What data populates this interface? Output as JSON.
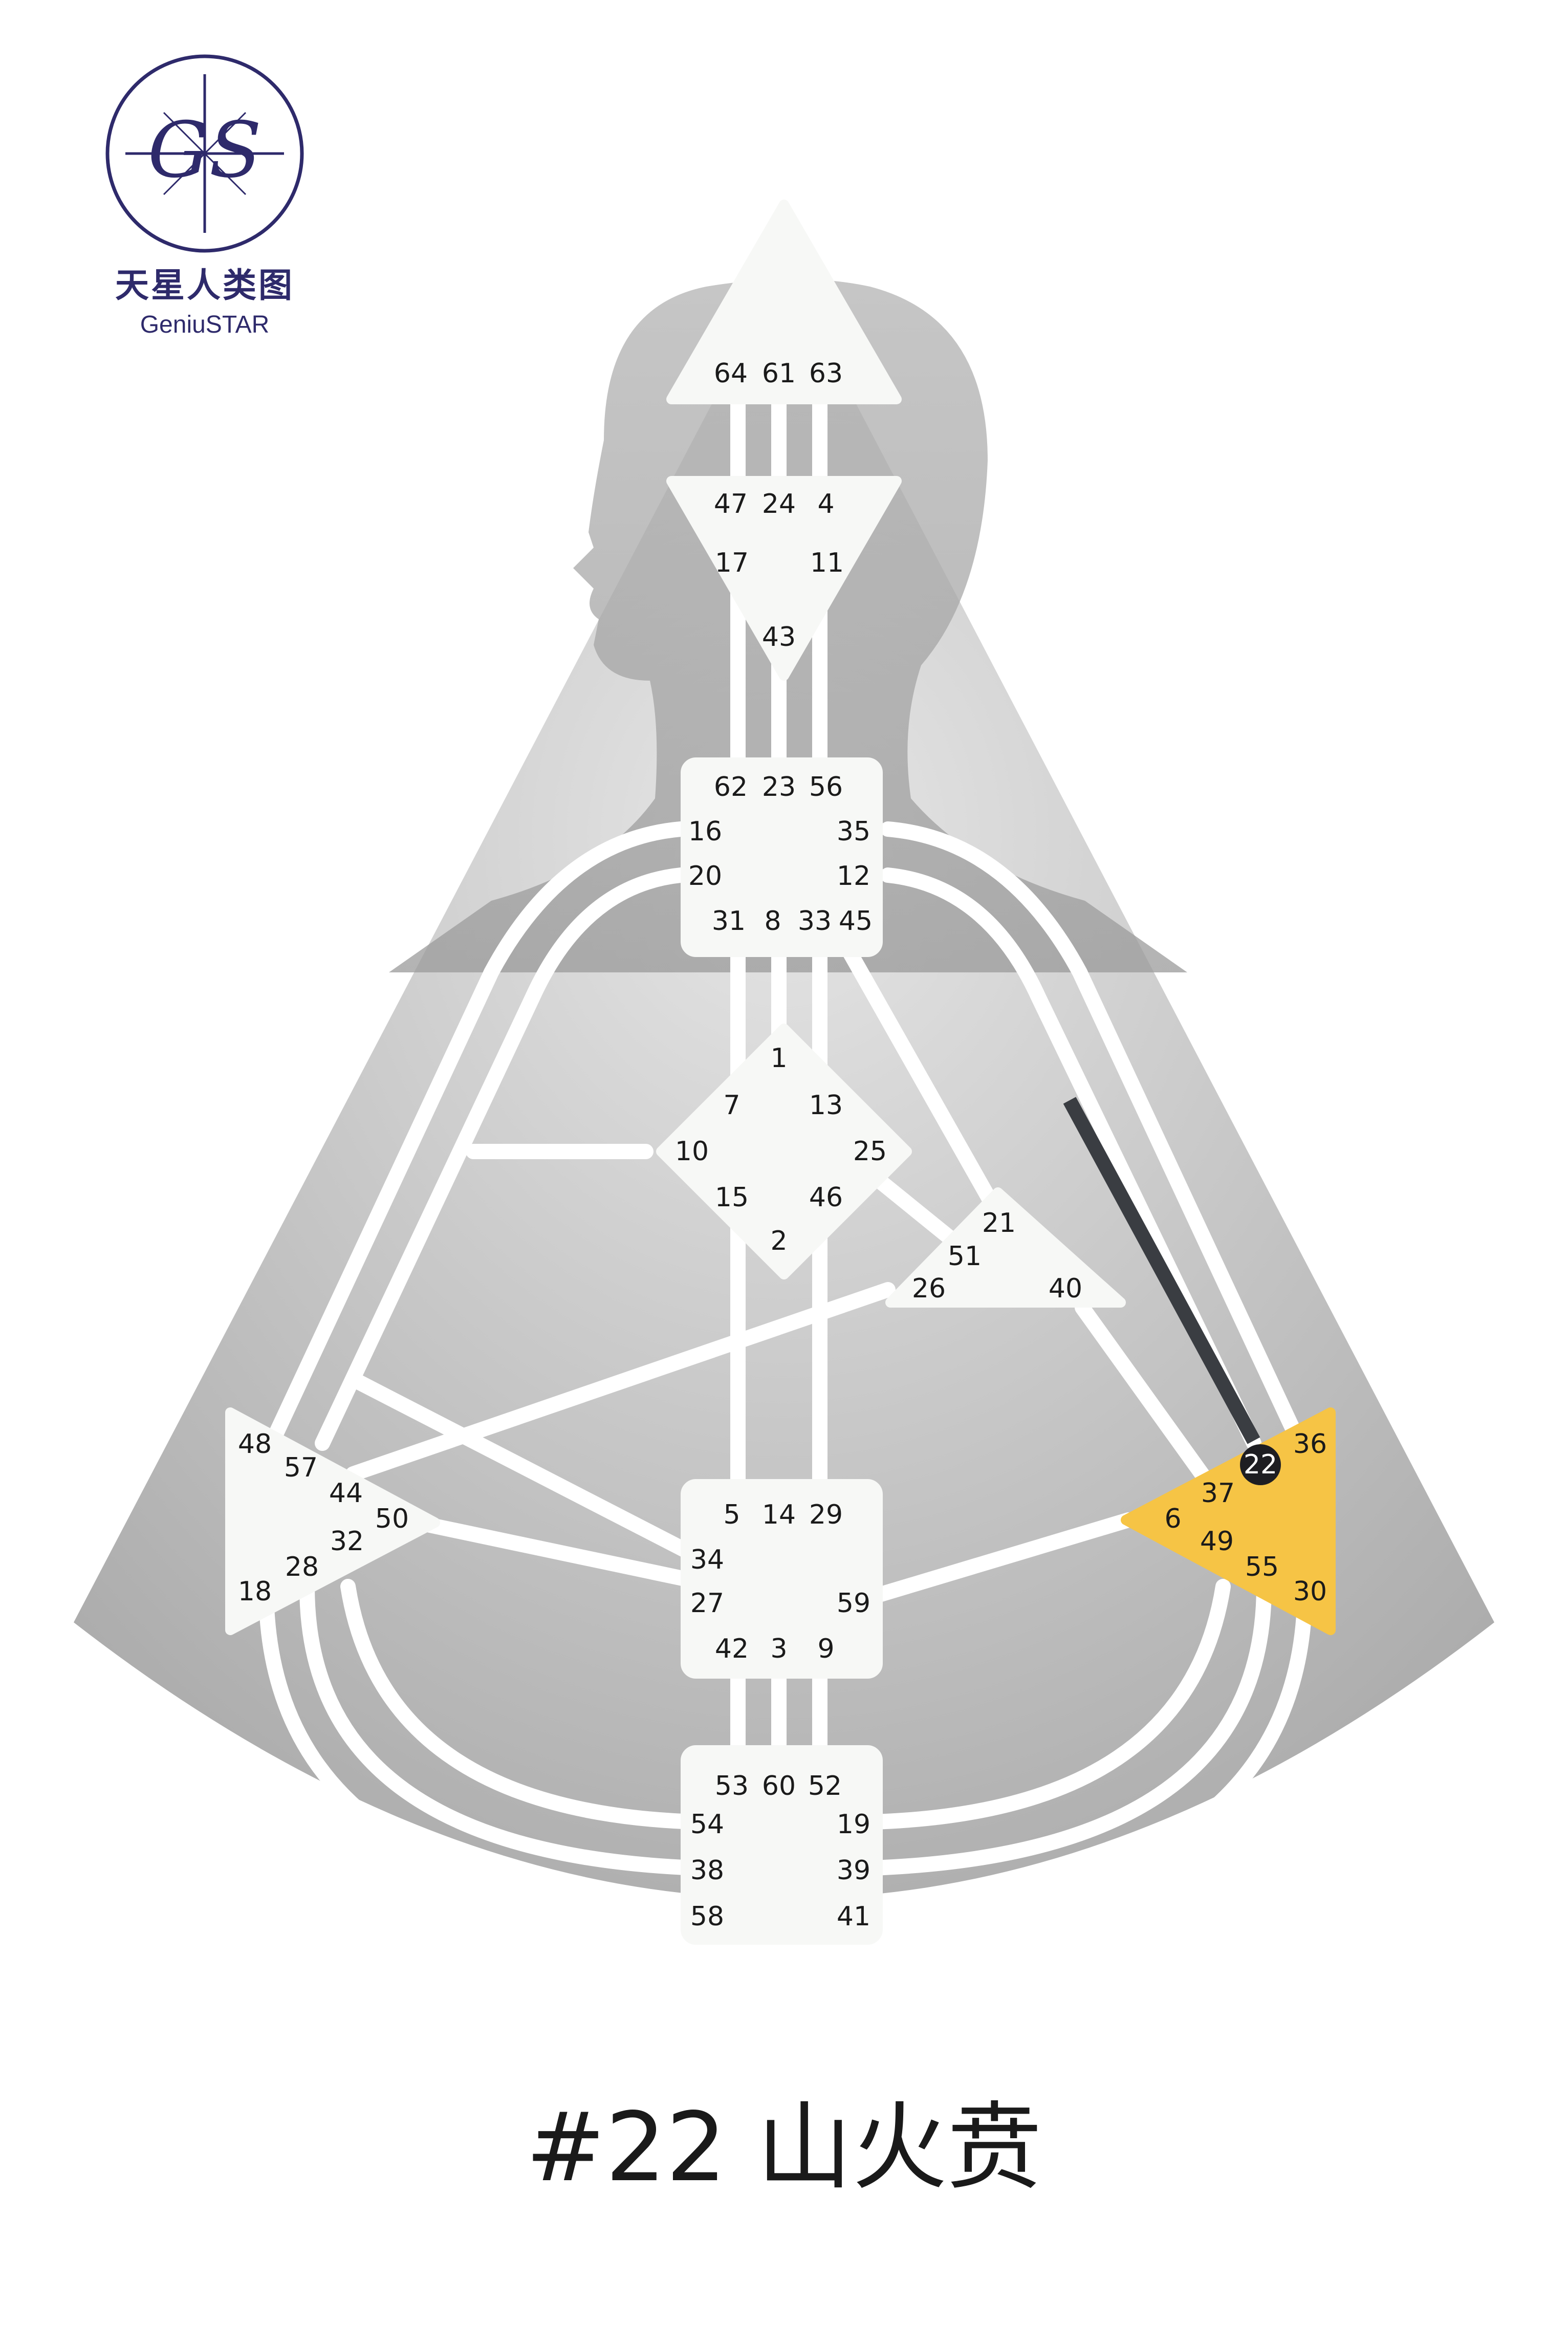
{
  "brand": {
    "name_cn": "天星人类图",
    "name_en": "GeniuSTAR",
    "monogram": "GS",
    "color": "#2e2a6b"
  },
  "caption": "#22 山火贲",
  "colors": {
    "highlight": "#f6c445",
    "channel_active": "#3a3d42",
    "center_fill": "#f7f8f6",
    "bg_triangle": "#d9d9d9",
    "silhouette": "#a9a9a9"
  },
  "highlighted_gate": "22",
  "centers": {
    "head": {
      "gates": [
        "64",
        "61",
        "63"
      ]
    },
    "ajna": {
      "gates": [
        "47",
        "24",
        "4",
        "17",
        "11",
        "43"
      ]
    },
    "throat": {
      "gates": [
        "62",
        "23",
        "56",
        "16",
        "35",
        "20",
        "12",
        "31",
        "8",
        "33",
        "45"
      ]
    },
    "g": {
      "gates": [
        "1",
        "7",
        "13",
        "10",
        "25",
        "15",
        "46",
        "2"
      ]
    },
    "heart": {
      "gates": [
        "21",
        "51",
        "26",
        "40"
      ]
    },
    "spleen": {
      "gates": [
        "48",
        "57",
        "44",
        "50",
        "32",
        "28",
        "18"
      ]
    },
    "solar_plexus": {
      "gates": [
        "36",
        "22",
        "37",
        "6",
        "49",
        "55",
        "30"
      ]
    },
    "sacral": {
      "gates": [
        "5",
        "14",
        "29",
        "34",
        "27",
        "59",
        "42",
        "3",
        "9"
      ]
    },
    "root": {
      "gates": [
        "53",
        "60",
        "52",
        "54",
        "19",
        "38",
        "39",
        "58",
        "41"
      ]
    }
  }
}
